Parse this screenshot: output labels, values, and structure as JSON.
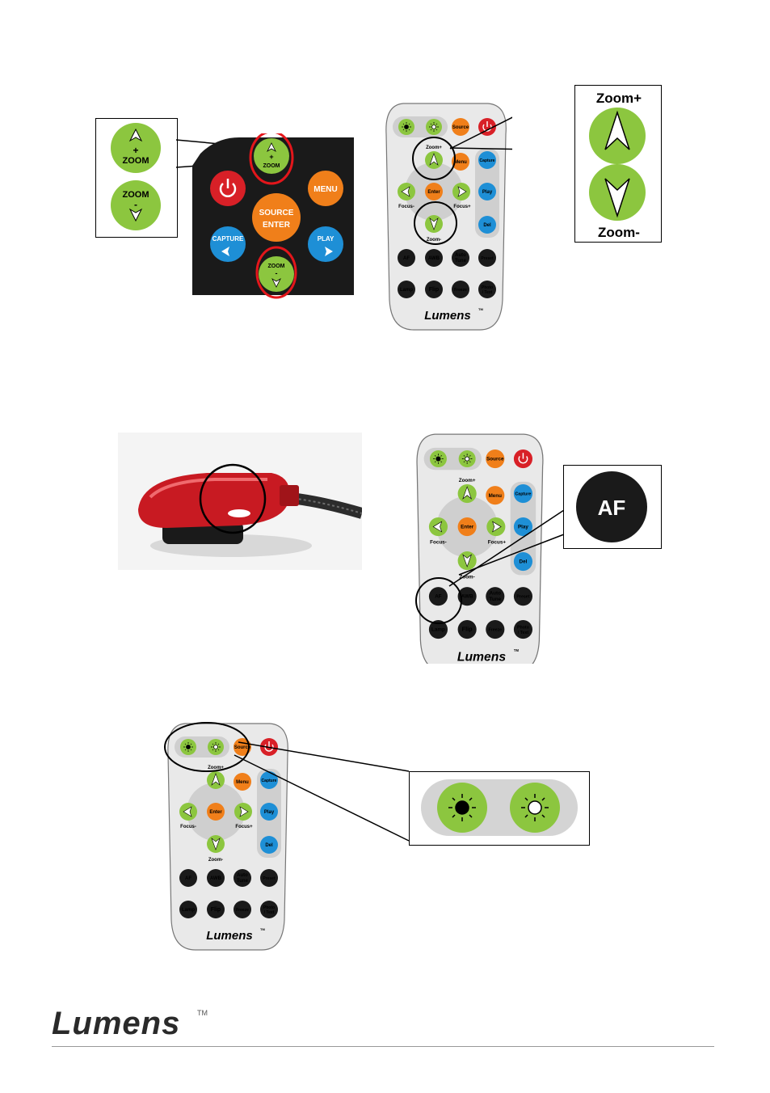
{
  "section1": {
    "zoom_callout": {
      "plus_symbol": "+",
      "plus_label": "ZOOM",
      "minus_label": "ZOOM",
      "minus_symbol": "-"
    },
    "panel": {
      "zoom_plus_symbol": "+",
      "zoom_plus_label": "ZOOM",
      "menu_label": "MENU",
      "source_label": "SOURCE",
      "enter_label": "ENTER",
      "capture_label": "CAPTURE",
      "play_label": "PLAY",
      "zoom_minus_label": "ZOOM",
      "zoom_minus_symbol": "-"
    },
    "remote_callout": {
      "zoom_plus": "Zoom+",
      "zoom_minus": "Zoom-"
    }
  },
  "remote": {
    "source": "Source",
    "menu": "Menu",
    "capture": "Capture",
    "enter": "Enter",
    "play": "Play",
    "del": "Del",
    "zoom_plus": "Zoom+",
    "zoom_minus": "Zoom-",
    "focus_minus": "Focus-",
    "focus_plus": "Focus+",
    "af": "AF",
    "awb": "AWB",
    "auto": "Auto",
    "tune": "Tune",
    "preset": "Preset",
    "lamp": "Lamp",
    "flip": "Flip",
    "freeze": "Freeze",
    "photo": "Photo",
    "text": "/ Text",
    "brand": "Lumens",
    "tm": "TM"
  },
  "section2": {
    "af_callout": "AF"
  },
  "footer": {
    "brand": "Lumens",
    "tm": "TM"
  }
}
